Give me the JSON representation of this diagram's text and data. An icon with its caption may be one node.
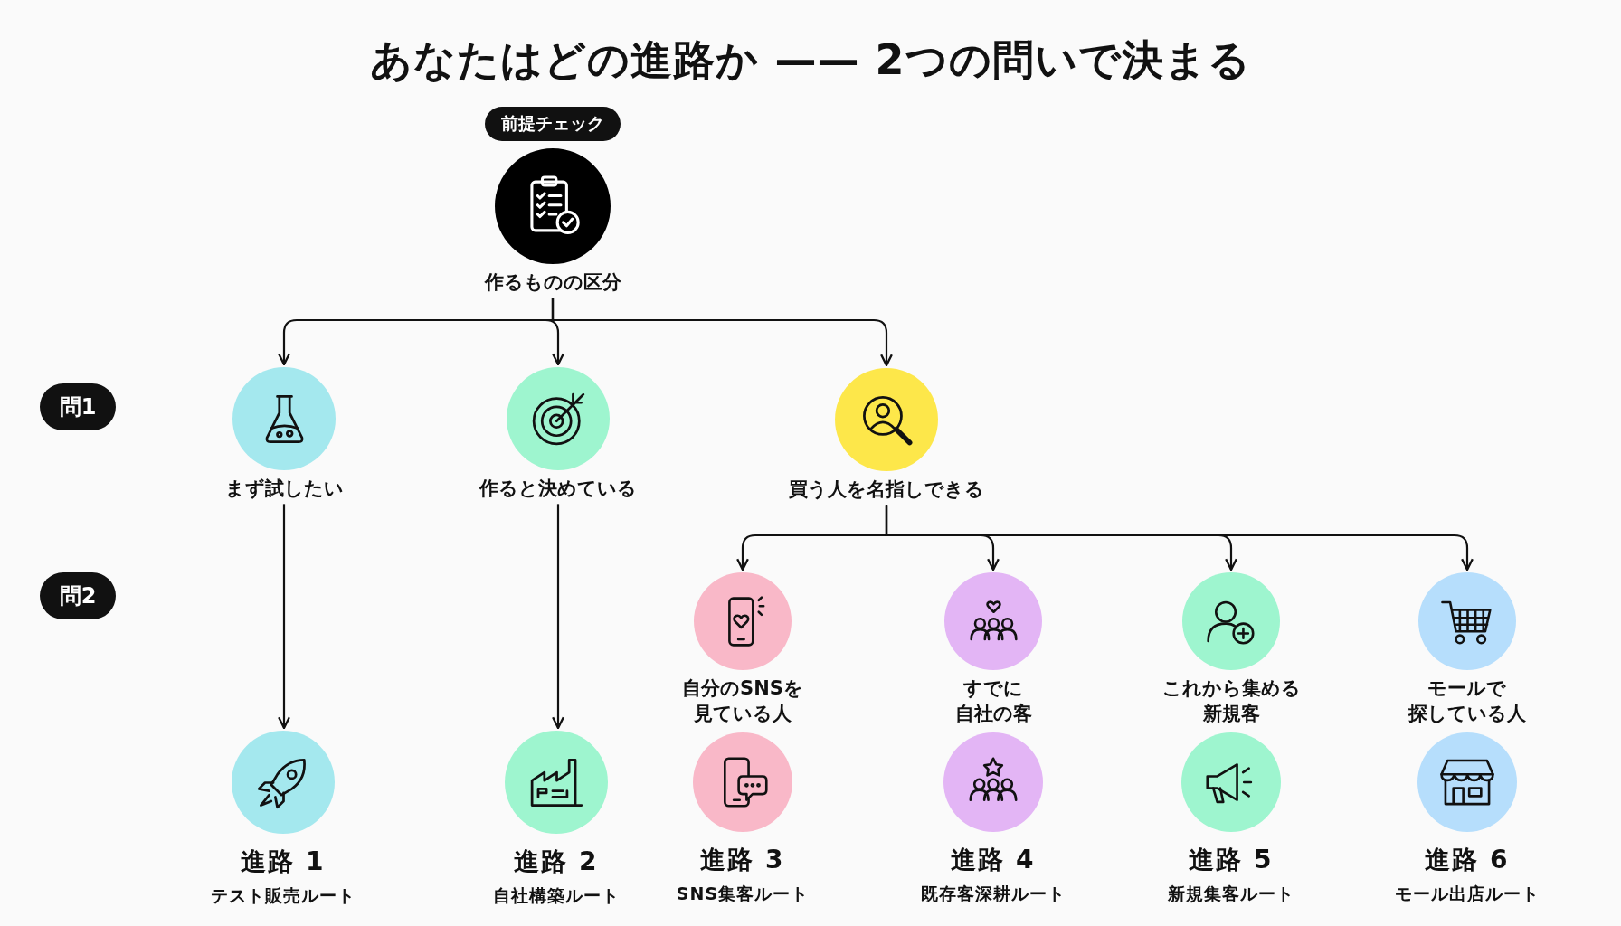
{
  "diagram": {
    "title": "あなたはどの進路か —— 2つの問いで決まる",
    "nodes": [
      {
        "text": [
          "前提チェック",
          "作るものの区分"
        ]
      },
      {
        "text": [
          "問1"
        ]
      },
      {
        "text": [
          "まず試したい"
        ]
      },
      {
        "text": [
          "作ると決めている"
        ]
      },
      {
        "text": [
          "買う人を名指しできる"
        ]
      },
      {
        "text": [
          "問2"
        ]
      },
      {
        "text": [
          "自分のSNSを見ている人"
        ]
      },
      {
        "text": [
          "すでに自社の客"
        ]
      },
      {
        "text": [
          "これから集める新規客"
        ]
      },
      {
        "text": [
          "モールで探している人"
        ]
      },
      {
        "text": [
          "進路 1",
          "テスト販売ルート"
        ]
      },
      {
        "text": [
          "進路 2",
          "自社構築ルート"
        ]
      },
      {
        "text": [
          "進路 3",
          "SNS集客ルート"
        ]
      },
      {
        "text": [
          "進路 4",
          "既存客深耕ルート"
        ]
      },
      {
        "text": [
          "進路 5",
          "新規集客ルート"
        ]
      },
      {
        "text": [
          "進路 6",
          "モール出店ルート"
        ]
      }
    ],
    "edges": [
      {
        "from": 0,
        "to": 2,
        "arrow": "to"
      },
      {
        "from": 0,
        "to": 3,
        "arrow": "to"
      },
      {
        "from": 0,
        "to": 4,
        "arrow": "to"
      },
      {
        "from": 2,
        "to": 10,
        "arrow": "to"
      },
      {
        "from": 3,
        "to": 11,
        "arrow": "to"
      },
      {
        "from": 4,
        "to": 6,
        "arrow": "to"
      },
      {
        "from": 4,
        "to": 7,
        "arrow": "to"
      },
      {
        "from": 4,
        "to": 8,
        "arrow": "to"
      },
      {
        "from": 4,
        "to": 9,
        "arrow": "to"
      }
    ]
  }
}
